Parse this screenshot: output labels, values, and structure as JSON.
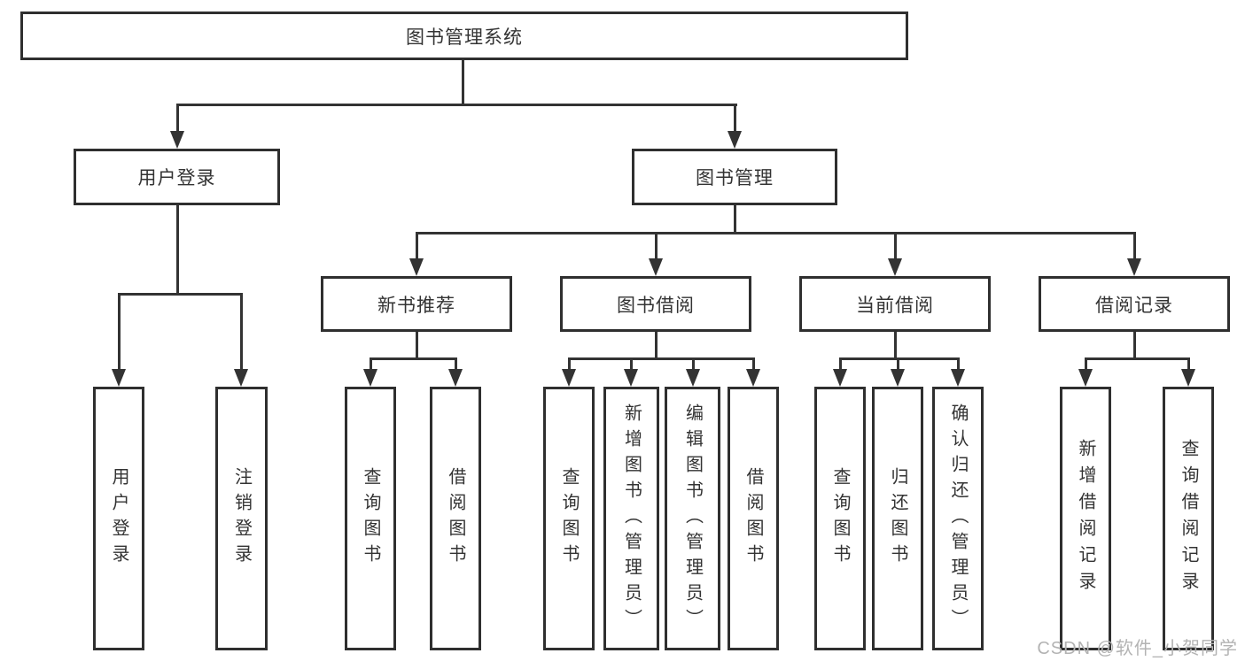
{
  "diagram": {
    "root": {
      "label": "图书管理系统"
    },
    "level2": [
      {
        "label": "用户登录"
      },
      {
        "label": "图书管理"
      }
    ],
    "level3": [
      {
        "label": "新书推荐"
      },
      {
        "label": "图书借阅"
      },
      {
        "label": "当前借阅"
      },
      {
        "label": "借阅记录"
      }
    ],
    "leaves": [
      {
        "label": "用户登录"
      },
      {
        "label": "注销登录"
      },
      {
        "label": "查询图书"
      },
      {
        "label": "借阅图书"
      },
      {
        "label": "查询图书"
      },
      {
        "label": "新增图书（管理员）"
      },
      {
        "label": "编辑图书（管理员）"
      },
      {
        "label": "借阅图书"
      },
      {
        "label": "查询图书"
      },
      {
        "label": "归还图书"
      },
      {
        "label": "确认归还（管理员）"
      },
      {
        "label": "新增借阅记录"
      },
      {
        "label": "查询借阅记录"
      }
    ],
    "watermark": {
      "label": "CSDN @软件_小贺同学"
    },
    "colors": {
      "line": "#333333",
      "border": "#2f2f2f",
      "text": "#333333",
      "watermark": "#b3b3b3",
      "background": "#ffffff"
    }
  }
}
